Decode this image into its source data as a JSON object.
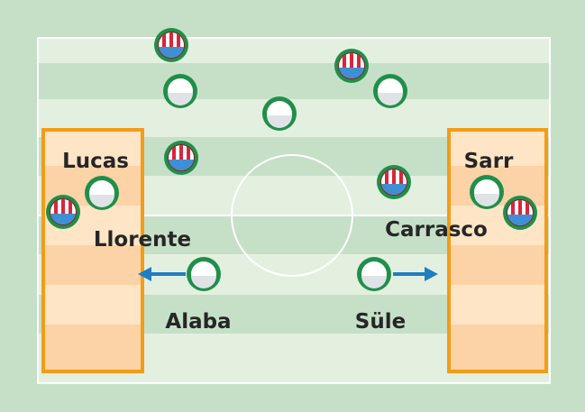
{
  "colors": {
    "background": "#c6e0c8",
    "stripe_light": "#e3f0df",
    "stripe_dark": "#c6e0c8",
    "zone_light": "#fde5c5",
    "zone_dark": "#fcd3a6",
    "zone_border": "#f39c16",
    "line": "#ffffff",
    "home_ring": "#1f8f4a",
    "away_red": "#d7263d",
    "away_blue": "#3f8fd4",
    "arrow": "#1f7ec2",
    "text": "#262626"
  },
  "labels": {
    "lucas": "Lucas",
    "llorente": "Llorente",
    "alaba": "Alaba",
    "sarr": "Sarr",
    "carrasco": "Carrasco",
    "sule": "Süle"
  },
  "icons": {
    "home_token": "home-player-token-icon",
    "away_token": "away-player-token-icon",
    "arrow_left": "arrow-left-icon",
    "arrow_right": "arrow-right-icon"
  }
}
